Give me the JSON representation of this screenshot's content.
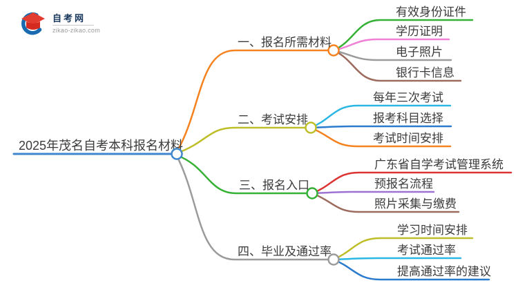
{
  "logo": {
    "site_name": "自考网",
    "site_url": "zikao-zikao.com",
    "icon": "graduation-cap-icon",
    "cap_color": "#e23c30",
    "cap_front_color": "#d42a20",
    "swoosh_color": "#1a6ab0"
  },
  "mindmap": {
    "root": {
      "label": "2025年茂名自考本科报名材料",
      "color": "#3e86cd"
    },
    "branches": [
      {
        "label": "一、报名所需材料",
        "color": "#f5821f",
        "children": [
          {
            "label": "有效身份证件",
            "color": "#35b135"
          },
          {
            "label": "学历证明",
            "color": "#ef80d5"
          },
          {
            "label": "电子照片",
            "color": "#9b9b9b"
          },
          {
            "label": "银行卡信息",
            "color": "#9c6b5d"
          }
        ]
      },
      {
        "label": "二、考试安排",
        "color": "#bebe28",
        "children": [
          {
            "label": "每年三次考试",
            "color": "#2ab7e3"
          },
          {
            "label": "报考科目选择",
            "color": "#2a7bce"
          },
          {
            "label": "考试时间安排",
            "color": "#f5821f"
          }
        ]
      },
      {
        "label": "三、报名入口",
        "color": "#35b135",
        "children": [
          {
            "label": "广东省自学考试管理系统",
            "color": "#dc3333"
          },
          {
            "label": "预报名流程",
            "color": "#9d72d2"
          },
          {
            "label": "照片采集与缴费",
            "color": "#9c6b5d"
          }
        ]
      },
      {
        "label": "四、毕业及通过率",
        "color": "#9b9b9b",
        "children": [
          {
            "label": "学习时间安排",
            "color": "#bebe28"
          },
          {
            "label": "考试通过率",
            "color": "#2ab7e3"
          },
          {
            "label": "提高通过率的建议",
            "color": "#2a7bce"
          }
        ]
      }
    ]
  }
}
